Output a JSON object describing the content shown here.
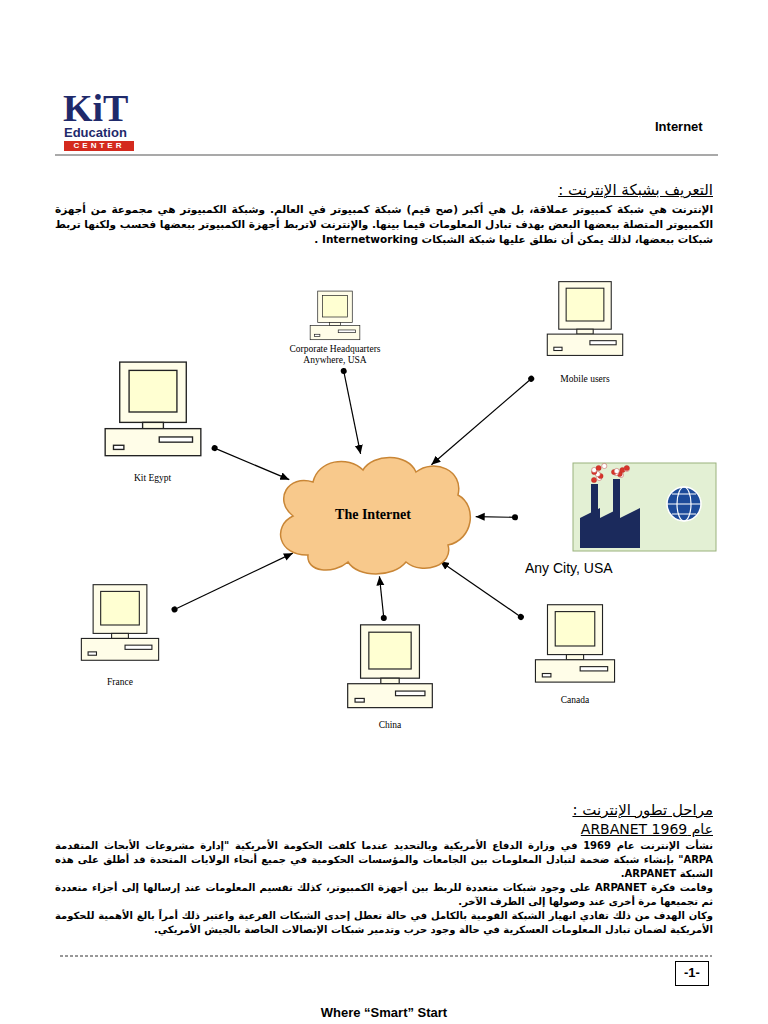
{
  "diagram": {
    "title": "Internet",
    "nodes": [
      {
        "text": [
          "Corporate Headquarters Anywhere, USA"
        ]
      },
      {
        "text": [
          "Mobile users"
        ]
      },
      {
        "text": [
          "Kit Egypt"
        ]
      },
      {
        "text": [
          "The Internet"
        ]
      },
      {
        "text": [
          "Any City, USA"
        ]
      },
      {
        "text": [
          "France"
        ]
      },
      {
        "text": [
          "Canada"
        ]
      },
      {
        "text": [
          "China"
        ]
      },
      {
        "text": [
          "-1-"
        ]
      }
    ],
    "edges": [
      {
        "from": 0,
        "to": 3,
        "arrow": "to"
      },
      {
        "from": 1,
        "to": 3,
        "arrow": "to"
      },
      {
        "from": 2,
        "to": 3,
        "arrow": "to"
      },
      {
        "from": 4,
        "to": 3,
        "arrow": "to"
      },
      {
        "from": 5,
        "to": 3,
        "arrow": "to"
      },
      {
        "from": 6,
        "to": 3,
        "arrow": "to"
      },
      {
        "from": 7,
        "to": 3,
        "arrow": "to"
      }
    ],
    "labels": [
      "KiT",
      "Education",
      "CENTER",
      "التعريف بشبكة الإنترنت :",
      "الإنترنت هي شبكة كمبيوتر عملاقة، بل هي أكبر (صح قيم) شبكة كمبيوتر في العالم. وشبكة الكمبيوتر هي مجموعة من أجهزة الكمبيوتر المتصلة ببعضها البعض بهدف تبادل المعلومات فيما بينها. والإنترنت لاتربط أجهزة الكمبيوتر ببعضها فحسب ولكنها تربط شبكات ببعضها، لذلك يمكن أن نطلق عليها شبكة الشبكات Internetworking .",
      "مراحل تطور الإنترنت :",
      "عام ARBANET 1969",
      "نشأت الإنترنت عام 1969 في وزارة الدفاع الأمريكية وبالتحديد عندما كلفت الحكومة الأمريكية \"إدارة مشروعات الأبحاث المتقدمة ARPA\" بإنشاء شبكة ضخمة لتبادل المعلومات بين الجامعات والمؤسسات الحكومية في جميع أنحاء الولايات المتحدة قد أطلق على هذه الشبكة ARPANET.",
      "وقامت فكرة ARPANET على وجود شبكات متعددة للربط بين أجهزة الكمبيوتر، كذلك تقسيم المعلومات عند إرسالها إلى أجزاء متعددة ثم تجميعها مرة أخرى عند وصولها إلى الطرف الآخر.",
      "وكان الهدف من ذلك تفادي انهيار الشبكة القومية بالكامل في حالة تعطل إحدى الشبكات الفرعية واعتبر ذلك أمراً بالغ الأهمية للحكومة الأمريكية لضمان تبادل المعلومات العسكرية في حالة وجود حرب وتدمير شبكات الإتصالات الخاصة بالجيش الأمريكي.",
      "Where “Smart” Start"
    ]
  }
}
